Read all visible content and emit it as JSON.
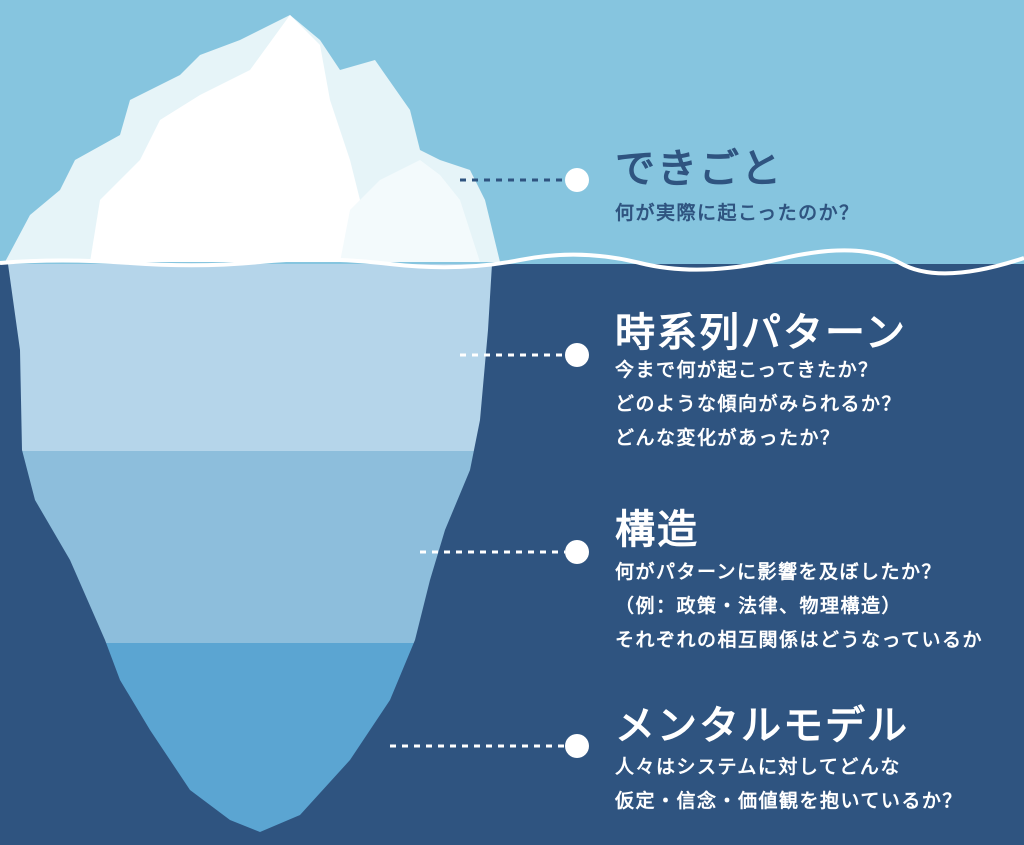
{
  "colors": {
    "sky": "#86c5df",
    "deep": "#2f5480",
    "band1": "#b5d5ea",
    "band2": "#8dbedc",
    "band3": "#5ba5d2",
    "ice": "#ffffff"
  },
  "levels": [
    {
      "title": "できごと",
      "lines": [
        "何が実際に起こったのか？"
      ],
      "title_color": "#2f5480",
      "text_color": "#2f5480"
    },
    {
      "title": "時系列パターン",
      "lines": [
        "今まで何が起こってきたか？",
        "どのような傾向がみられるか？",
        "どんな変化があったか？"
      ]
    },
    {
      "title": "構造",
      "lines": [
        "何がパターンに影響を及ぼしたか？",
        "（例：政策・法律、物理構造）",
        "それぞれの相互関係はどうなっているか"
      ]
    },
    {
      "title": "メンタルモデル",
      "lines": [
        "人々はシステムに対してどんな",
        "仮定・信念・価値観を抱いているか？"
      ]
    }
  ]
}
